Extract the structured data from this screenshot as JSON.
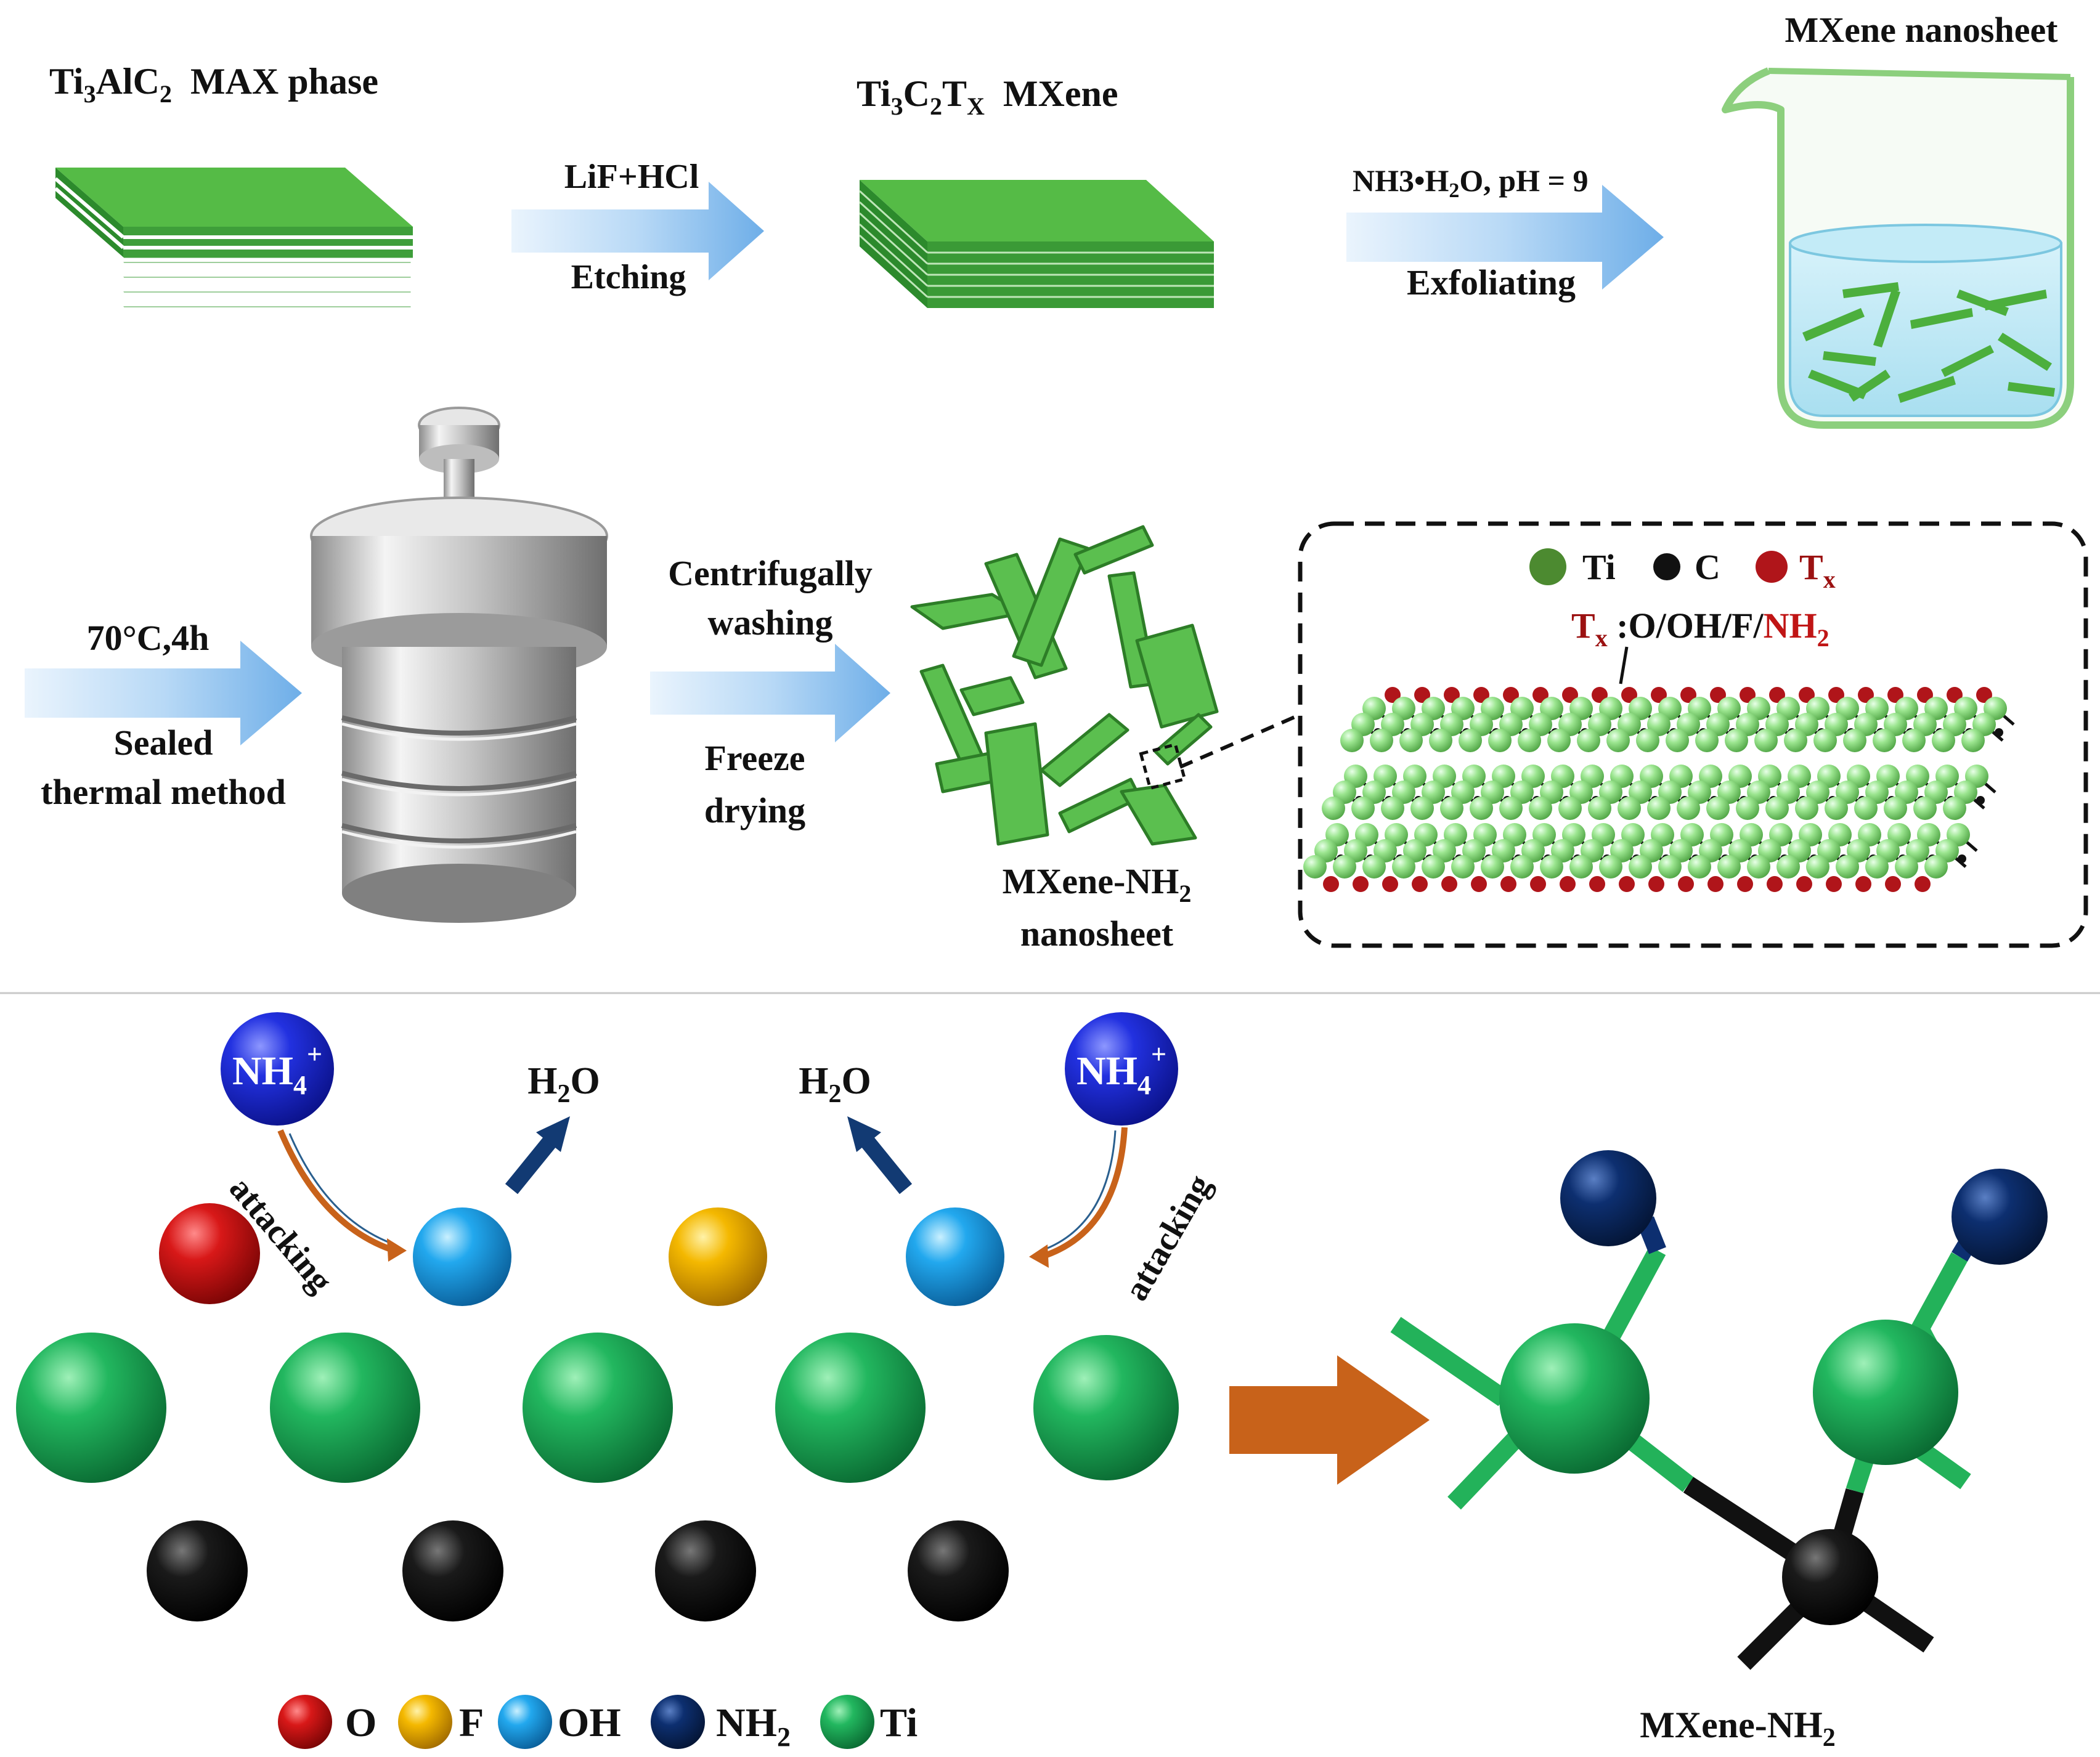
{
  "colors": {
    "sheet": "#3fa23a",
    "sheet_top": "#55bb46",
    "arrow": "#8ec3ee",
    "ti": "#1aa255",
    "c": "#111111",
    "o": "#cc1010",
    "f": "#f2b705",
    "oh": "#1aa3e8",
    "nh2": "#0a2c6b",
    "nh4": "#1f2ed8",
    "tx_red": "#9b1111",
    "orange_arrow": "#c8621a",
    "navy_arrow": "#123a73"
  },
  "step1": {
    "max_phase": {
      "prefix": "Ti",
      "sub1": "3",
      "mid": "AlC",
      "sub2": "2",
      "suffix": "  MAX phase"
    },
    "arrow1": {
      "top": "LiF+HCl",
      "bottom": "Etching"
    },
    "mxene": {
      "prefix": "Ti",
      "sub1": "3",
      "mid": "C",
      "sub2": "2",
      "t": "T",
      "sub3": "X",
      "suffix": "  MXene"
    },
    "arrow2": {
      "top_a": "NH3•H",
      "top_sub": "2",
      "top_b": "O, pH = 9",
      "bottom": "Exfoliating"
    },
    "beaker_label": "MXene nanosheet"
  },
  "step2": {
    "arrow3": {
      "top": "70°C,4h",
      "bottom1": "Sealed",
      "bottom2": "thermal method"
    },
    "arrow4": {
      "top1": "Centrifugally",
      "top2": "washing",
      "bottom1": "Freeze",
      "bottom2": "drying"
    },
    "product": {
      "line1_a": "MXene-NH",
      "line1_sub": "2",
      "line2": "nanosheet"
    },
    "inset": {
      "legend_ti": "Ti",
      "legend_c": "C",
      "legend_tx": "T",
      "legend_tx_sub": "x",
      "tx_def_t": "T",
      "tx_def_sub": "x",
      "tx_def_groups": " :O/OH/F/",
      "tx_def_nh": "NH",
      "tx_def_nh_sub": "2"
    }
  },
  "step3": {
    "nh4_left": {
      "base": "NH",
      "sub": "4",
      "sup": "+"
    },
    "nh4_right": {
      "base": "NH",
      "sub": "4",
      "sup": "+"
    },
    "h2o_left": {
      "a": "H",
      "sub": "2",
      "b": "O"
    },
    "h2o_right": {
      "a": "H",
      "sub": "2",
      "b": "O"
    },
    "attacking_left": "attacking",
    "attacking_right": "attacking",
    "legend": {
      "o": "O",
      "f": "F",
      "oh": "OH",
      "nh2": "NH",
      "nh2_sub": "2",
      "ti": "Ti"
    },
    "product": {
      "a": "MXene-NH",
      "sub": "2"
    }
  }
}
